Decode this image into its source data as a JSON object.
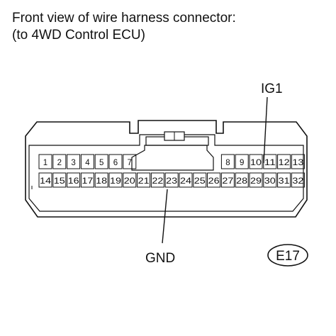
{
  "title": {
    "line1": "Front view of wire harness connector:",
    "line2": "(to 4WD Control ECU)"
  },
  "connector": {
    "code": "E17",
    "top_row_left": [
      "1",
      "2",
      "3",
      "4",
      "5",
      "6",
      "7"
    ],
    "top_row_right": [
      "8",
      "9",
      "10",
      "11",
      "12",
      "13"
    ],
    "bottom_row": [
      "14",
      "15",
      "16",
      "17",
      "18",
      "19",
      "20",
      "21",
      "22",
      "23",
      "24",
      "25",
      "26",
      "27",
      "28",
      "29",
      "30",
      "31",
      "32"
    ]
  },
  "callouts": {
    "ig1": {
      "label": "IG1",
      "pin": "11"
    },
    "gnd": {
      "label": "GND",
      "pin": "23"
    }
  }
}
